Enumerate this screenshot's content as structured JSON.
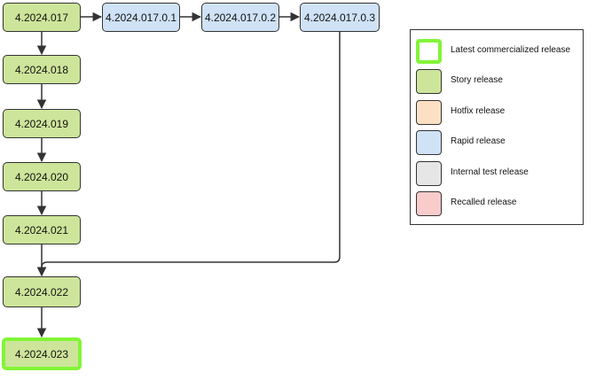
{
  "colors": {
    "story": "#cde59a",
    "rapid": "#cfe2f6",
    "hotfix": "#fde0c4",
    "internal": "#e6e6e6",
    "recalled": "#f9cbcb",
    "latest_border": "#82f537",
    "edge": "#333333"
  },
  "nodes": {
    "n017": "4.2024.017",
    "n018": "4.2024.018",
    "n019": "4.2024.019",
    "n020": "4.2024.020",
    "n021": "4.2024.021",
    "n022": "4.2024.022",
    "n023": "4.2024.023",
    "r1": "4.2024.017.0.1",
    "r2": "4.2024.017.0.2",
    "r3": "4.2024.017.0.3"
  },
  "legend": {
    "latest": "Latest commercialized release",
    "story": "Story release",
    "hotfix": "Hotfix release",
    "rapid": "Rapid release",
    "internal": "Internal test release",
    "recalled": "Recalled release"
  }
}
